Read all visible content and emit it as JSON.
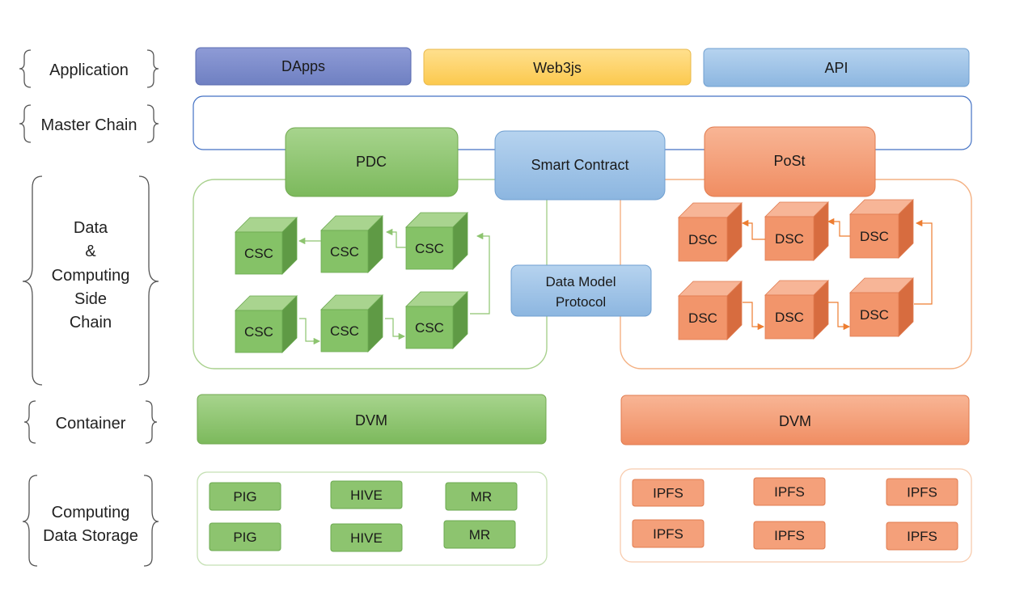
{
  "layers": {
    "application": "Application",
    "master_chain": "Master Chain",
    "side_chain": [
      "Data",
      "&",
      "Computing",
      "Side",
      "Chain"
    ],
    "container": "Container",
    "storage": [
      "Computing",
      "Data Storage"
    ]
  },
  "application": {
    "dapps": "DApps",
    "web3js": "Web3js",
    "api": "API"
  },
  "chain": {
    "pdc": "PDC",
    "smart_contract": "Smart Contract",
    "post": "PoSt",
    "data_model": [
      "Data Model",
      "Protocol"
    ]
  },
  "csc": {
    "label": "CSC",
    "top_row": [
      "CSC",
      "CSC",
      "CSC"
    ],
    "bottom_row": [
      "CSC",
      "CSC",
      "CSC"
    ]
  },
  "dsc": {
    "top_row": [
      "DSC",
      "DSC",
      "DSC"
    ],
    "bottom_row": [
      "DSC",
      "DSC",
      "DSC"
    ]
  },
  "container": {
    "left": "DVM",
    "right": "DVM"
  },
  "storage": {
    "left_top": [
      "PIG",
      "HIVE",
      "MR"
    ],
    "left_bottom": [
      "PIG",
      "HIVE",
      "MR"
    ],
    "right_top": [
      "IPFS",
      "IPFS",
      "IPFS"
    ],
    "right_bottom": [
      "IPFS",
      "IPFS",
      "IPFS"
    ]
  },
  "colors": {
    "purple": "#7f8fcc",
    "yellow": "#fdd26e",
    "blue": "#9dc3e6",
    "green": "#8dc46f",
    "orange": "#f4a07a",
    "green_border": "#a9d18e",
    "orange_border": "#f4b183",
    "master_border": "#4472c4"
  }
}
